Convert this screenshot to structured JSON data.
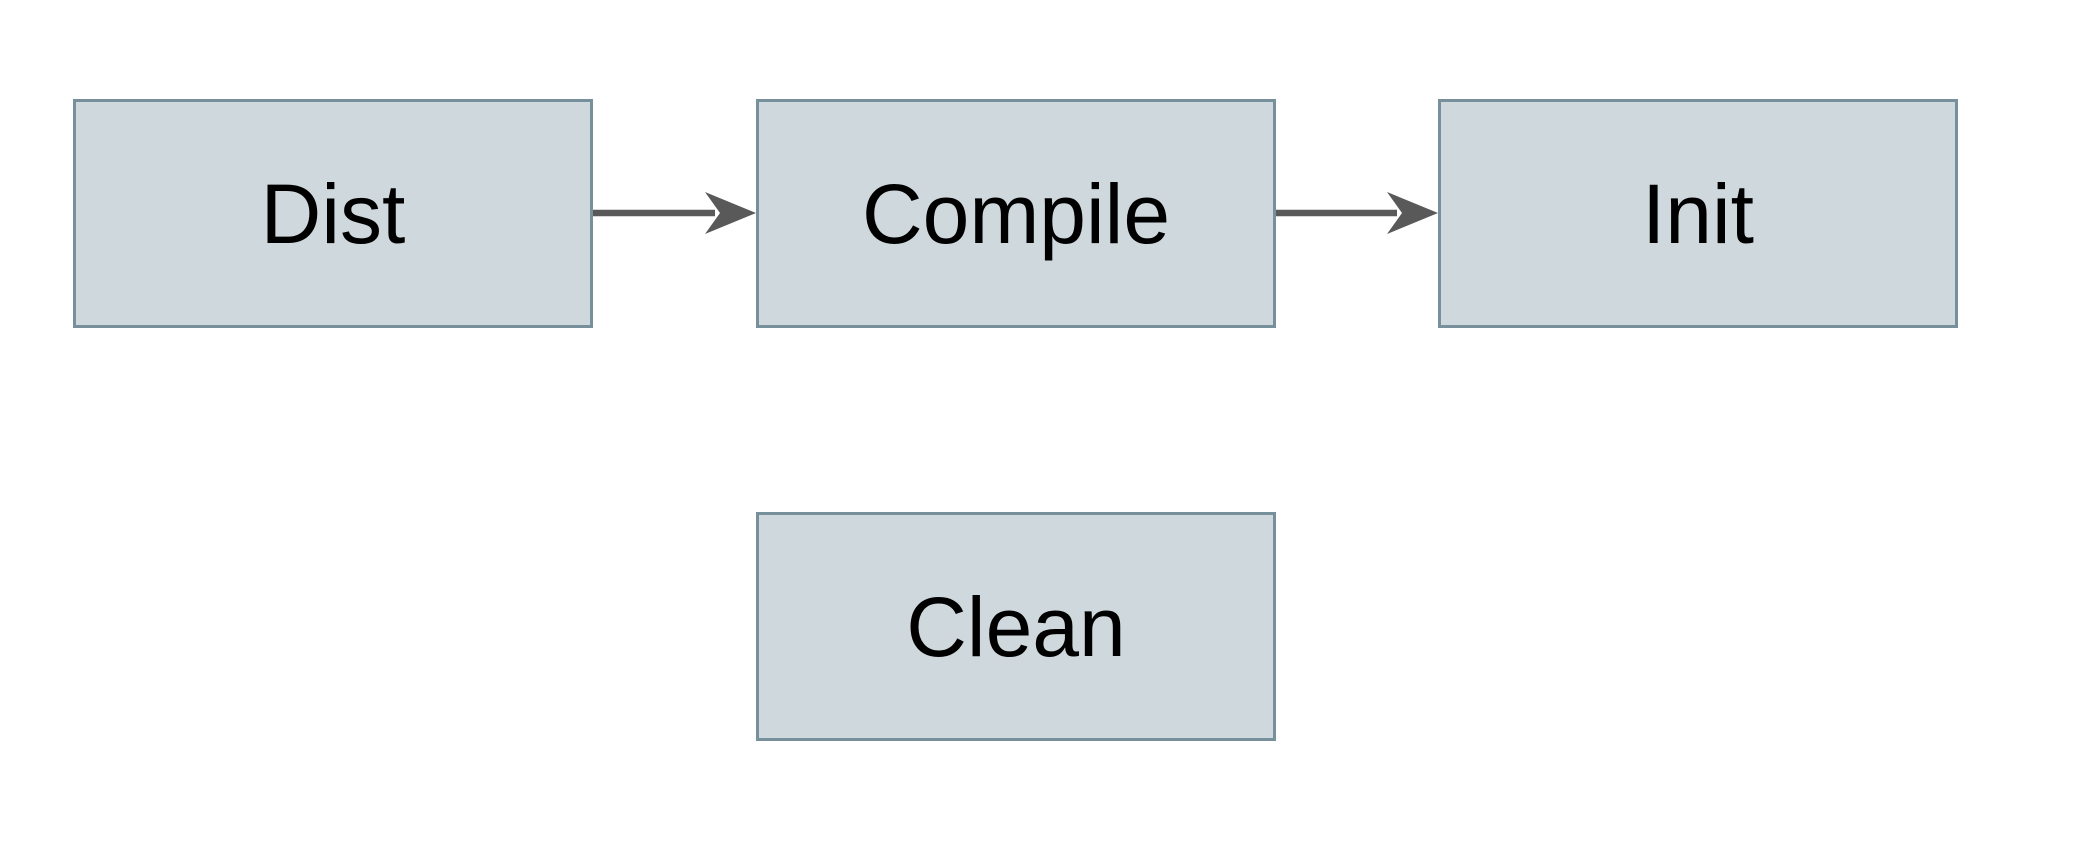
{
  "theme": {
    "background": "#ffffff",
    "node_fill": "#cfd8dc",
    "node_border": "#78909c",
    "arrow_color": "#595959",
    "text_color": "#000000"
  },
  "diagram": {
    "type": "flowchart",
    "nodes": [
      {
        "id": "dist",
        "label": "Dist"
      },
      {
        "id": "compile",
        "label": "Compile"
      },
      {
        "id": "init",
        "label": "Init"
      },
      {
        "id": "clean",
        "label": "Clean"
      }
    ],
    "edges": [
      {
        "from": "dist",
        "to": "compile",
        "direction": "right"
      },
      {
        "from": "compile",
        "to": "init",
        "direction": "right"
      }
    ]
  }
}
